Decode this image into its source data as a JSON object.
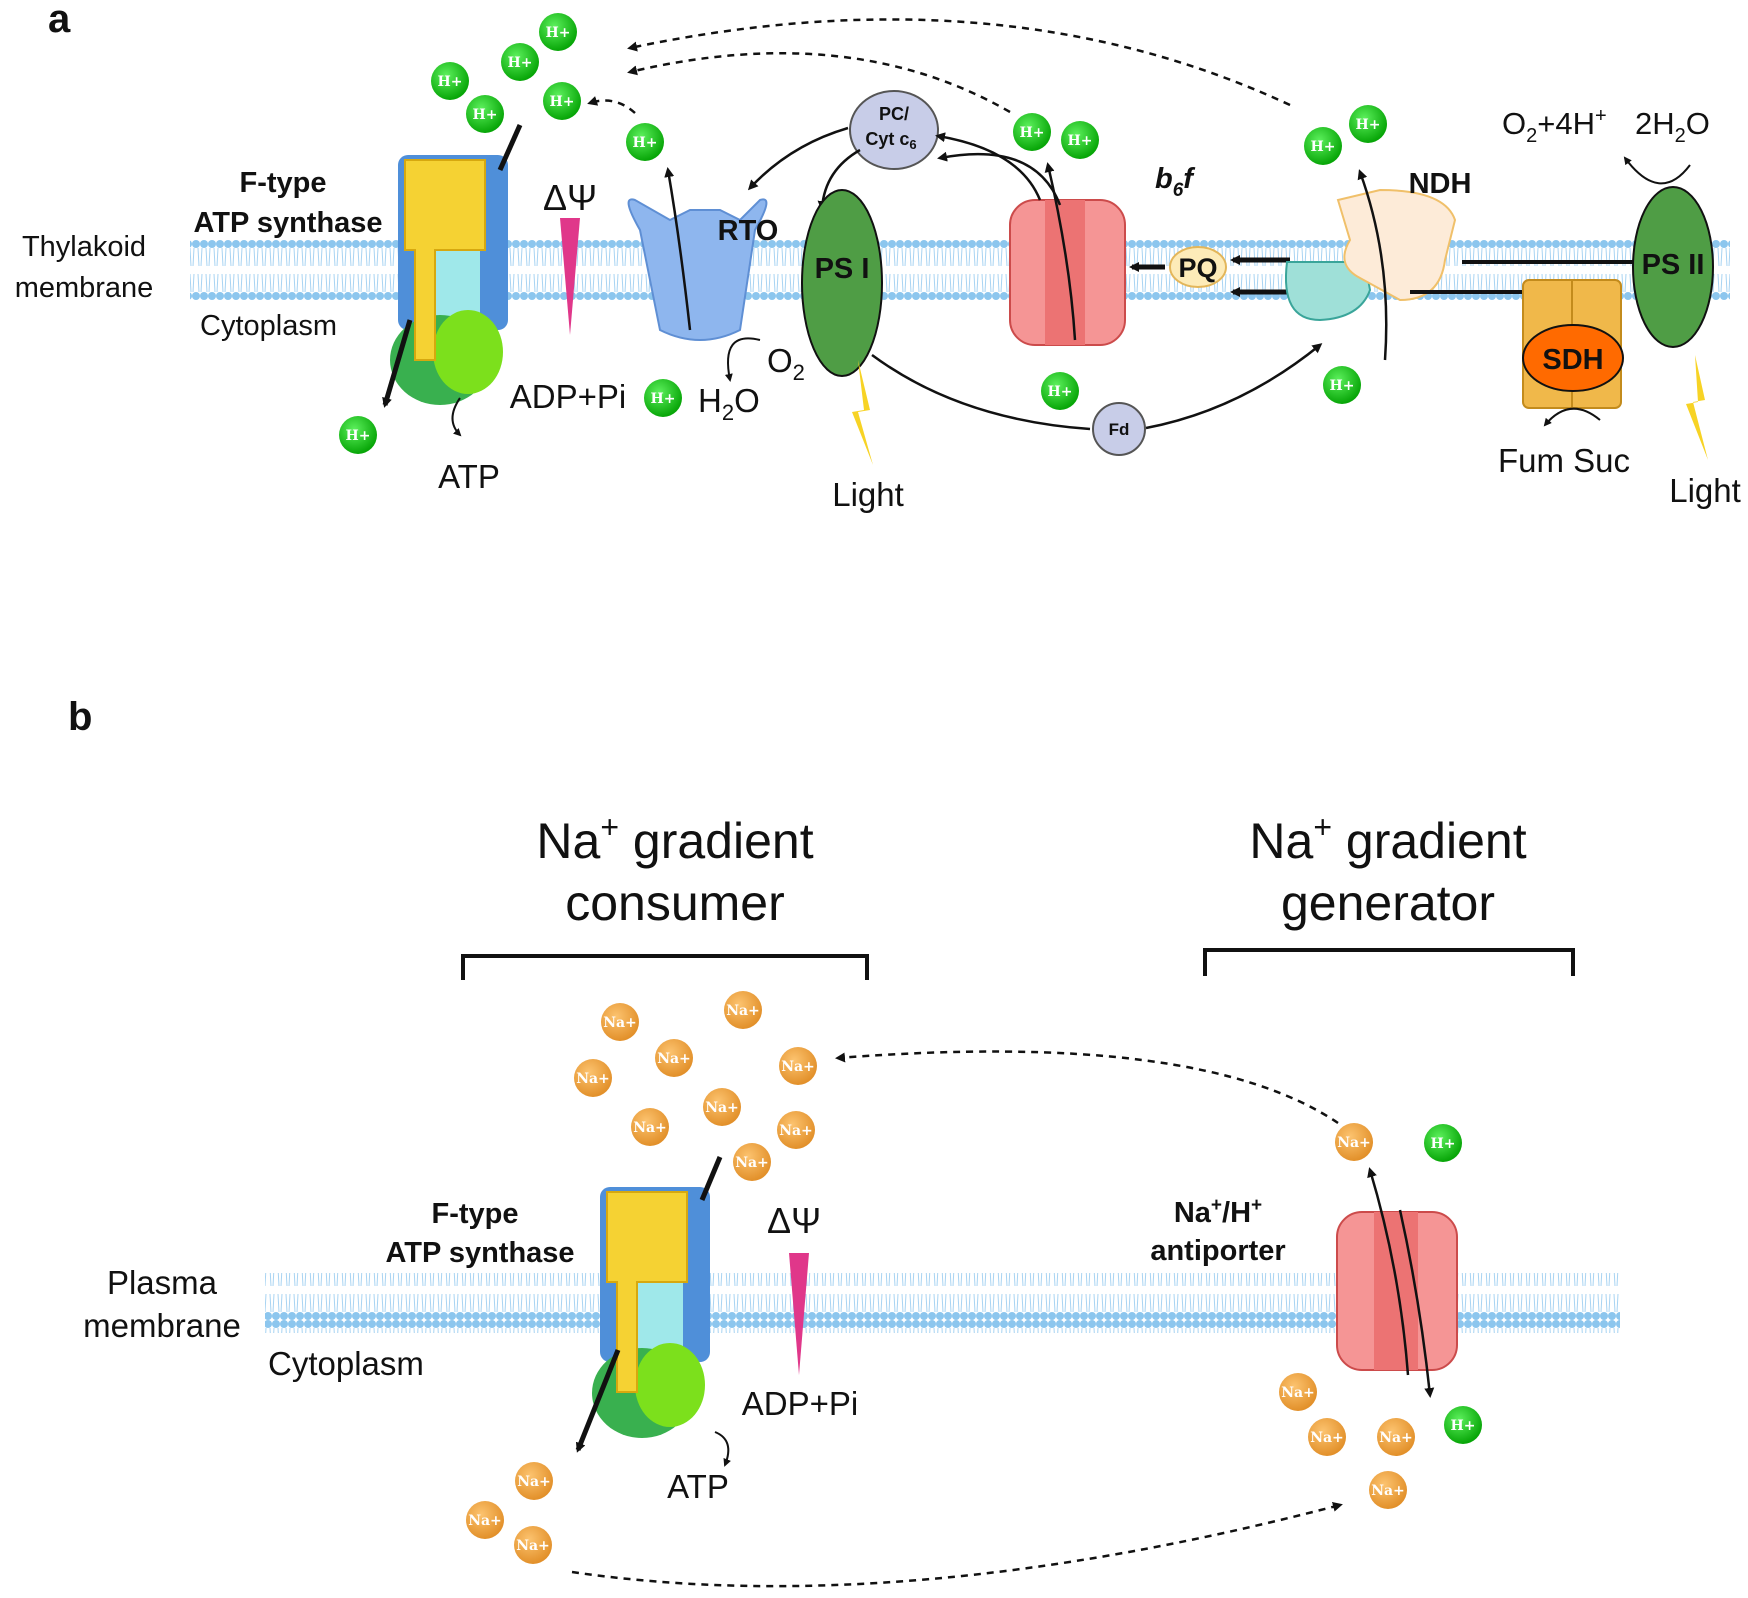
{
  "panel_a": {
    "label": "a",
    "membrane_label_line1": "Thylakoid",
    "membrane_label_line2": "membrane",
    "cytoplasm": "Cytoplasm",
    "atp_synthase_line1": "F-type",
    "atp_synthase_line2": "ATP synthase",
    "delta_psi": "ΔΨ",
    "adp_pi": "ADP+Pi",
    "atp": "ATP",
    "rto": "RTO",
    "o2": "O",
    "o2_sub": "2",
    "h2o_main": "H",
    "h2o_sub": "2",
    "h2o_end": "O",
    "pc_line1": "PC/",
    "pc_line2": "Cyt c",
    "pc_sub": "6",
    "ps1": "PS I",
    "light": "Light",
    "b6f_main": "b",
    "b6f_sub": "6",
    "b6f_end": "f",
    "pq": "PQ",
    "fd": "Fd",
    "ndh": "NDH",
    "o2_4h": "O",
    "o2_4h_sub": "2",
    "o2_4h_rest": "+4H",
    "o2_4h_sup": "+",
    "two_h2o": "2H",
    "two_h2o_sub": "2",
    "two_h2o_end": "O",
    "ps2": "PS II",
    "sdh": "SDH",
    "fum_suc": "Fum Suc",
    "light2": "Light",
    "proton": "H+"
  },
  "panel_b": {
    "label": "b",
    "consumer_line1": "Na",
    "consumer_sup": "+",
    "consumer_line1_rest": " gradient",
    "consumer_line2": "consumer",
    "generator_line1": "Na",
    "generator_sup": "+",
    "generator_line1_rest": " gradient",
    "generator_line2": "generator",
    "membrane_label_line1": "Plasma",
    "membrane_label_line2": "membrane",
    "cytoplasm": "Cytoplasm",
    "atp_synthase_line1": "F-type",
    "atp_synthase_line2": "ATP synthase",
    "delta_psi": "ΔΨ",
    "adp_pi": "ADP+Pi",
    "atp": "ATP",
    "antiporter_na": "Na",
    "antiporter_sup1": "+",
    "antiporter_h": "/H",
    "antiporter_sup2": "+",
    "antiporter_line2": "antiporter",
    "sodium": "Na+",
    "proton": "H+"
  },
  "colors": {
    "membrane": "#8cc6ee",
    "proton": "#14c814",
    "sodium": "#f2a640",
    "ps_green": "#4f9d45",
    "b6f_red": "#f59595",
    "atp_yellow": "#f5d233",
    "delta_pink": "#e0378a",
    "sdh_orange": "#ff6a00",
    "light_yellow": "#f7d325"
  }
}
